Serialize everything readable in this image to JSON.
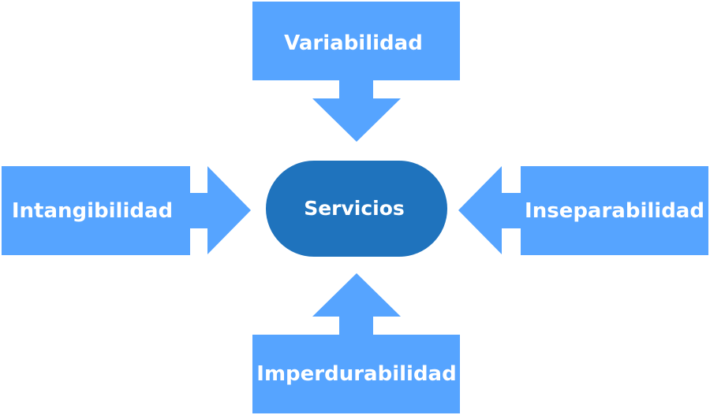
{
  "diagram": {
    "center": {
      "label": "Servicios",
      "color": "#1f73bd"
    },
    "arrow_color": "#56a4ff",
    "top": {
      "label": "Variabilidad"
    },
    "left": {
      "label": "Intangibilidad"
    },
    "right": {
      "label": "Inseparabilidad"
    },
    "bottom": {
      "label": "Imperdurabilidad"
    }
  }
}
